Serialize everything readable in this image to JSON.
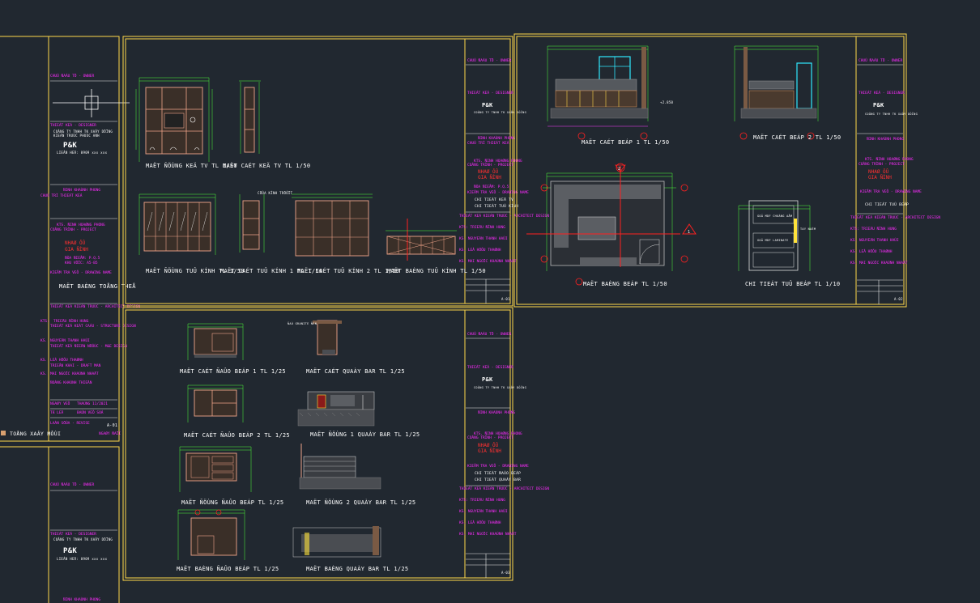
{
  "sheet_left": {
    "owner": "CHUÛ ÑAÀU TÖ - OWNER",
    "designer": "THIEÁT KEÁ - DESIGNER",
    "company_lines": [
      "COÂNG TY TNHH TK XAÂY DÖÏNG",
      "KIEÁN TRUÙC PHUÙC ANH"
    ],
    "logo": "P&K",
    "office": "LIEÂN HEÄ: 0909 xxx xxx",
    "manager": "ÑINH KHAÙNH PHONG",
    "chief": "CHUÛ TRÌ THIEÁT KEÁ",
    "kts_lines": [
      "KTS. ÑINH HOAØNG PHONG",
      "COÂNG TRÌNH - PROJECT"
    ],
    "project_name_1": "NHAØ ÔÛ",
    "project_name_2": "GIA ÑÌNH",
    "address_1": "ÑÒA ÑIEÅM: P.Q.5",
    "address_2": "KHU VÖÏC: A5-B5",
    "checker": "KIEÅM TRA VEÕ - DRAWING NAME",
    "drawing_title": "MAËT BAÈNG TOÅNG THEÅ",
    "arch_design": "THIEÁT KEÁ KIEÁN TRUÙC - ARCHITECT DESIGN",
    "people": [
      {
        "role": "KTS:",
        "name": "TRIEÄU ÑÌNH HUNG"
      },
      {
        "role": "THIEÁT KEÁ KEÁT CAÁU - STRUCTURE DESIGN",
        "name": ""
      },
      {
        "role": "KS.",
        "name": "NGUYEÃN THANH HAÛI"
      },
      {
        "role": "THIEÁT KEÁ ÑIEÄN NÖÔÙC - M&E DESIGN",
        "name": ""
      },
      {
        "role": "KS.",
        "name": "LEÂ HÖÕU THAØNH"
      },
      {
        "role": "TRIEÅN KHAI - DRAFT MAN",
        "name": ""
      },
      {
        "role": "KS.",
        "name": "MAI NGOÏC KHAÙNH NHAÄT"
      },
      {
        "role": "",
        "name": "ÑOÀNG KHAÙNH THIEÄN"
      }
    ],
    "date_label": "NGAØY VEÕ",
    "date_value": "THAÙNG 11/2021",
    "sheet_label": "TÆ LEÄ",
    "sheet_scale": "BAÛN VEÕ SOÁ",
    "sheet_no": "A-01",
    "revision": "LAÀN SÖÛA - REVISE",
    "bottom_label": "TOÅNG XAÂY MÔÙI"
  },
  "panel_a_titles": [
    "MAËT ÑÖÙNG KEÄ TV TL 1/50",
    "MAËT CAÉT KEÄ TV TL 1/50",
    "MAËT ÑÖÙNG TUÛ KÍNH TL 1/50",
    "MAËT CAÉT TUÛ KÍNH 1 TL 1/50",
    "MAËT CAÉT TUÛ KÍNH 2 TL 1/50",
    "MAËT BAÈNG TUÛ KÍNH TL 1/50"
  ],
  "panel_b_titles": [
    "MAËT CAÉT BEÁP 1 TL 1/50",
    "MAËT CAÉT BEÁP 2 TL 1/50",
    "MAËT BAÈNG BEÁP TL 1/50",
    "CHI TIEÁT TUÛ BEÁP TL 1/10"
  ],
  "panel_c_titles": [
    "MAËT CAÉT ÑAÛO BEÁP 1 TL 1/25",
    "MAËT CAÉT QUAÀY BAR TL 1/25",
    "MAËT CAÉT ÑAÛO BEÁP 2 TL 1/25",
    "MAËT ÑÖÙNG 1 QUAÀY BAR TL 1/25",
    "MAËT ÑÖÙNG ÑAÛO BEÁP TL 1/25",
    "MAËT ÑÖÙNG 2 QUAÀY BAR TL 1/25",
    "MAËT BAÈNG ÑAÛO BEÁP TL 1/25",
    "MAËT BAÈNG QUAÀY BAR TL 1/25"
  ],
  "title_blocks": {
    "a": {
      "project_1": "NHAØ ÔÛ",
      "project_2": "GIA ÑÌNH",
      "drawing_1": "CHI TIEÁT KEÄ TV",
      "drawing_2": "CHI TIEÁT TUÛ KÍNH",
      "sheet_no": "A-01"
    },
    "b": {
      "project_1": "NHAØ ÔÛ",
      "project_2": "GIA ÑÌNH",
      "drawing_1": "CHI TIEÁT TUÛ BEÁP",
      "sheet_no": "A-02"
    },
    "c": {
      "project_1": "NHAØ ÔÛ",
      "project_2": "GIA ÑÌNH",
      "drawing_1": "CHI TIEÁT ÑAÛO BEÁP",
      "drawing_2": "CHI TIEÁT QUAÀY BAR",
      "sheet_no": "A-03"
    }
  },
  "markers": {
    "grid_2": "2",
    "grid_1": "1"
  },
  "colors": {
    "background": "#212830",
    "frame": "#ffd84a",
    "magenta": "#ff2bff",
    "green": "#4cff3a",
    "cyan": "#2fe8ff",
    "wood": "#f0a58a"
  }
}
